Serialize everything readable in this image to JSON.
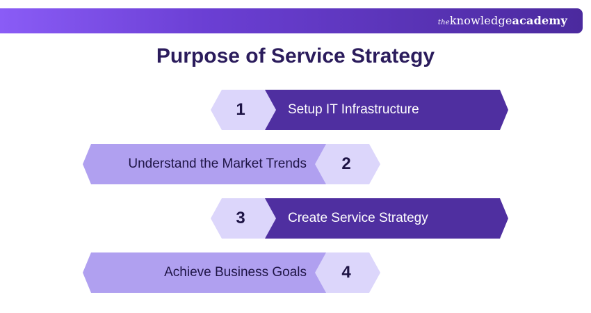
{
  "brand": {
    "prefix": "the",
    "name": "knowledge",
    "suffix": "academy"
  },
  "title": "Purpose of Service Strategy",
  "steps": [
    {
      "number": "1",
      "label": "Setup IT Infrastructure"
    },
    {
      "number": "2",
      "label": "Understand the Market Trends"
    },
    {
      "number": "3",
      "label": "Create Service Strategy"
    },
    {
      "number": "4",
      "label": "Achieve Business Goals"
    }
  ],
  "colors": {
    "dark_band": "#4f2fa0",
    "light_band": "#b0a0f0",
    "badge": "#dcd6fb",
    "title": "#2b1c5c"
  }
}
